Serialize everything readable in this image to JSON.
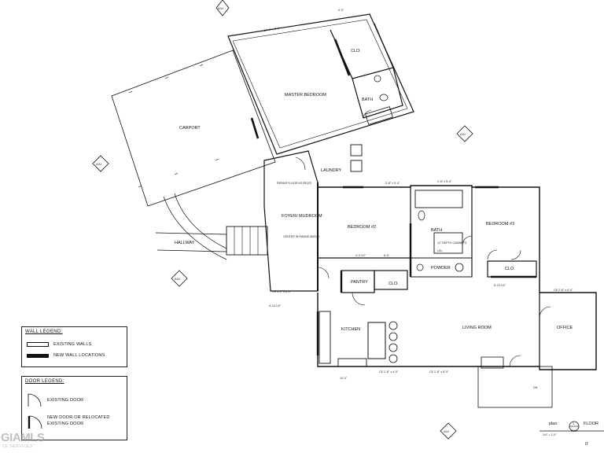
{
  "rooms": {
    "master_bedroom": "MASTER BEDROOM",
    "closet_master": "CLO.",
    "bath_master": "BATH",
    "carport": "CARPORT",
    "laundry": "LAUNDRY",
    "foyer": "FOYER/ MUDROOM",
    "hallway": "HALLWAY",
    "bedroom2": "BEDROOM #2",
    "bath2": "BATH",
    "bedroom3": "BEDROOM #3",
    "closet_b3": "CLO.",
    "pantry": "PANTRY",
    "closet_b2": "CLO.",
    "powder": "POWDER",
    "kitchen": "KITCHEN",
    "living_room": "LIVING ROOM",
    "office": "OFFICE"
  },
  "notes": {
    "center_range": "CENTER IN RANGE ABOVE",
    "repair_floor": "REPAIR FLOOR AS REQ'D",
    "cabinets": "12\" DEPTH CABINETS",
    "lin": "LIN.",
    "dn": "DN"
  },
  "dimensions": {
    "d1": "17'-6\" ± 1'-3\"",
    "d2": "6'-0\"",
    "d3": "2'-8\" ± 5'-4\"",
    "d4": "2'-8\" ± 5'-0\"",
    "d5": "4'-0 1/2\"",
    "d6": "8'-6\"",
    "d7": "5'-10 1/2\"",
    "d8": "6'-10 1/2\"",
    "d9": "10'-3\"",
    "d10": "CE 3'-0\" ± 4'-0\"",
    "d11": "CE 2'-8\" ± 6'-0\"",
    "d12": "CE 2'-8\" ± 4'-0\"",
    "d13": "CE 2'-8\" ± 8'-0\""
  },
  "section_tags": {
    "t1": "A3J",
    "t2": "A3J",
    "t3": "A3J",
    "t4": "A3J",
    "t5": "A3J"
  },
  "wall_legend": {
    "title": "WALL LEGEND:",
    "existing": "EXISTING WALLS",
    "new": "NEW WALL LOCATIONS"
  },
  "door_legend": {
    "title": "DOOR LEGEND:",
    "existing": "EXISTING DOOR",
    "new": "NEW DOOR OR RELOCATED EXISTING DOOR"
  },
  "title_block": {
    "view": "plan",
    "label": "FLOOR",
    "number": "1",
    "sheet": "A3J",
    "scale": "1/4\" = 1'-0\"",
    "north": "0'"
  },
  "watermark": {
    "text": "GIAMLS",
    "sub": "TE SERVICES"
  }
}
